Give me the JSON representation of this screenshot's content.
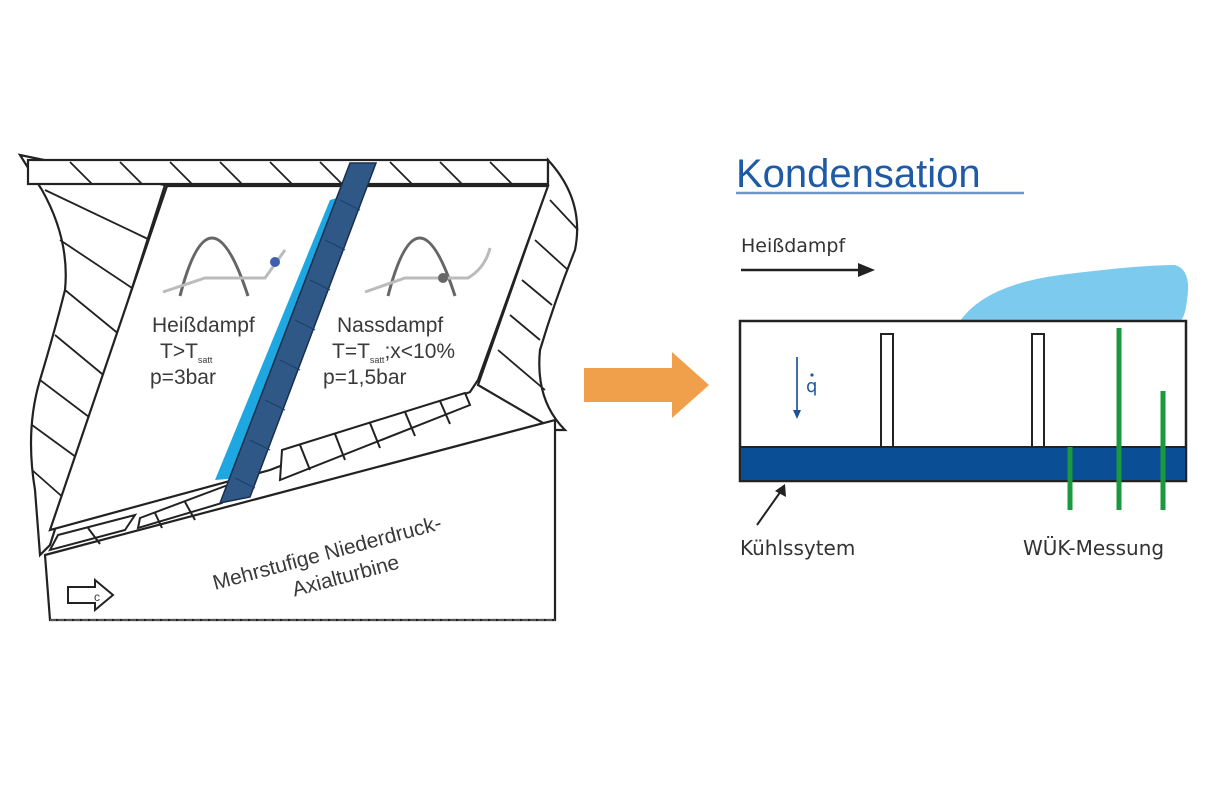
{
  "left_panel": {
    "region_heissdampf": {
      "label": "Heißdampf",
      "condition_prefix": "T>T",
      "condition_sub": "satt",
      "pressure": "p=3bar"
    },
    "region_nassdampf": {
      "label": "Nassdampf",
      "condition_prefix": "T=T",
      "condition_sub": "satt",
      "condition_suffix": ";x<10%",
      "pressure": "p=1,5bar"
    },
    "turbine_label_line1": "Mehrstufige Niederdruck-",
    "turbine_label_line2": "Axialturbine",
    "flow_arrow_label": "c"
  },
  "arrow": {
    "icon": "arrow-right-icon",
    "color": "#f0a04b"
  },
  "right_panel": {
    "title": "Kondensation",
    "flow_label": "Heißdampf",
    "heat_flux_label": "q",
    "cooling_label": "Kühlssytem",
    "measurement_label": "WÜK-Messung"
  },
  "colors": {
    "title_blue": "#1f5aa6",
    "condensate_light": "#7ccbee",
    "blade_light": "#1ea7e1",
    "blade_dark": "#2f5886",
    "cooling_blue": "#0a4f96",
    "sensor_green": "#1a9a3c",
    "orange": "#f0a04b"
  }
}
